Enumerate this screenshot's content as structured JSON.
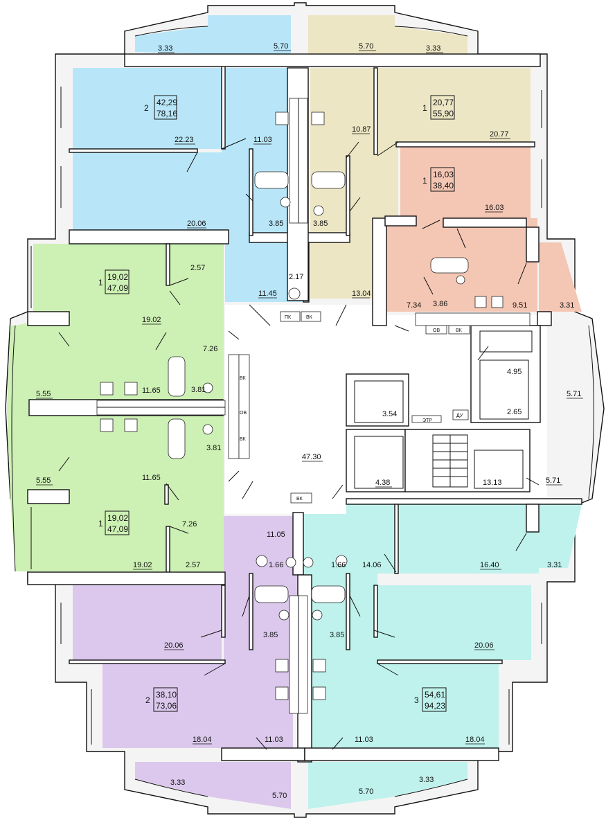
{
  "colors": {
    "blue": "#b8e6f8",
    "beige": "#ece6c4",
    "peach": "#f4c6b4",
    "green": "#cdf0b4",
    "purple": "#dcc8ec",
    "cyan": "#bff2ec",
    "corridor": "#ffffff"
  },
  "apartments": {
    "top_left": {
      "rooms": "2",
      "living_area": "42,29",
      "total_area": "78,16"
    },
    "top_right_1": {
      "rooms": "1",
      "living_area": "20,77",
      "total_area": "55,90"
    },
    "top_right_2": {
      "rooms": "1",
      "living_area": "16,03",
      "total_area": "38,40"
    },
    "left_upper": {
      "rooms": "1",
      "living_area": "19,02",
      "total_area": "47,09"
    },
    "left_lower": {
      "rooms": "1",
      "living_area": "19,02",
      "total_area": "47,09"
    },
    "bottom_left": {
      "rooms": "2",
      "living_area": "38,10",
      "total_area": "73,06"
    },
    "bottom_right": {
      "rooms": "3",
      "living_area": "54,61",
      "total_area": "94,23"
    }
  },
  "areas": {
    "a1": "3.33",
    "a2": "5.70",
    "a3": "5.70",
    "a4": "3.33",
    "a5": "22.23",
    "a6": "11.03",
    "a7": "10.87",
    "a8": "20.77",
    "a9": "16.03",
    "a10": "20.06",
    "a11": "3.85",
    "a12": "3.85",
    "a13": "2.57",
    "a14": "2.17",
    "a15": "11.45",
    "a16": "13.04",
    "a17": "7.34",
    "a18": "3.86",
    "a19": "9.51",
    "a20": "3.31",
    "a21": "19.02",
    "a22": "7.26",
    "a23": "4.95",
    "a24": "11.65",
    "a25": "3.81",
    "a26": "5.55",
    "a27": "5.71",
    "a28": "3.54",
    "a29": "2.65",
    "a30": "47.30",
    "a31": "3.81",
    "a32": "4.38",
    "a33": "13.13",
    "a34": "5.55",
    "a35": "11.65",
    "a36": "5.71",
    "a37": "7.26",
    "a38": "11.05",
    "a39": "1.66",
    "a40": "1.66",
    "a41": "14.06",
    "a42": "16.40",
    "a43": "3.31",
    "a44": "19.02",
    "a45": "2.57",
    "a46": "20.06",
    "a47": "3.85",
    "a48": "3.85",
    "a49": "20.06",
    "a50": "18.04",
    "a51": "11.03",
    "a52": "11.03",
    "a53": "18.04",
    "a54": "3.33",
    "a55": "5.70",
    "a56": "5.70",
    "a57": "3.33"
  },
  "shaft_labels": {
    "pk": "ПК",
    "vk": "ВК",
    "ov": "ОВ",
    "etr": "ЭТР",
    "du": "ДУ"
  }
}
